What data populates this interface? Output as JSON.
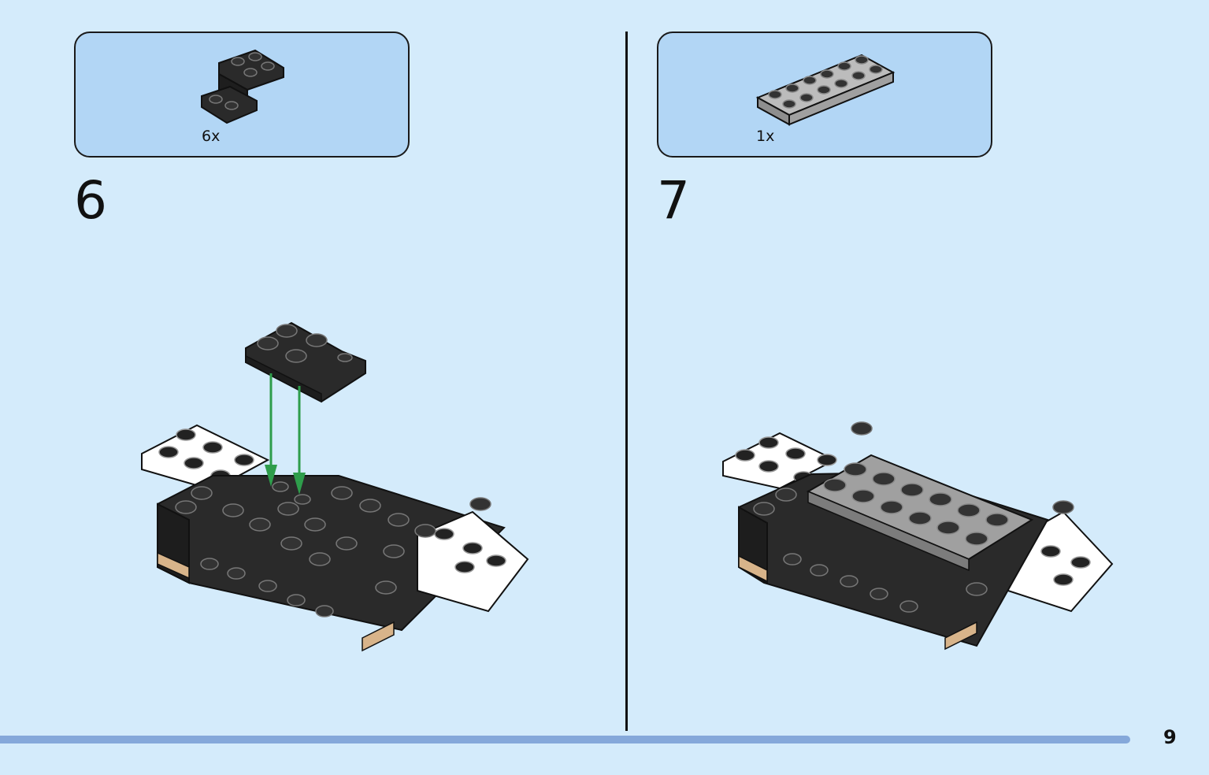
{
  "page": {
    "number": "9"
  },
  "steps": [
    {
      "number": "6",
      "part_qty": "6x",
      "part_icon": "black-bracket-1x2-2x2-icon",
      "arrow_color": "#2e9d4b"
    },
    {
      "number": "7",
      "part_qty": "1x",
      "part_icon": "gray-plate-2x6-icon"
    }
  ],
  "colors": {
    "background": "#d4ebfb",
    "parts_box": "#b2d6f5",
    "footer_bar": "#85a8da",
    "brick_black": "#2a2a2a",
    "brick_gray": "#a0a0a0",
    "brick_white": "#ffffff",
    "brick_tan": "#d8b48a"
  }
}
